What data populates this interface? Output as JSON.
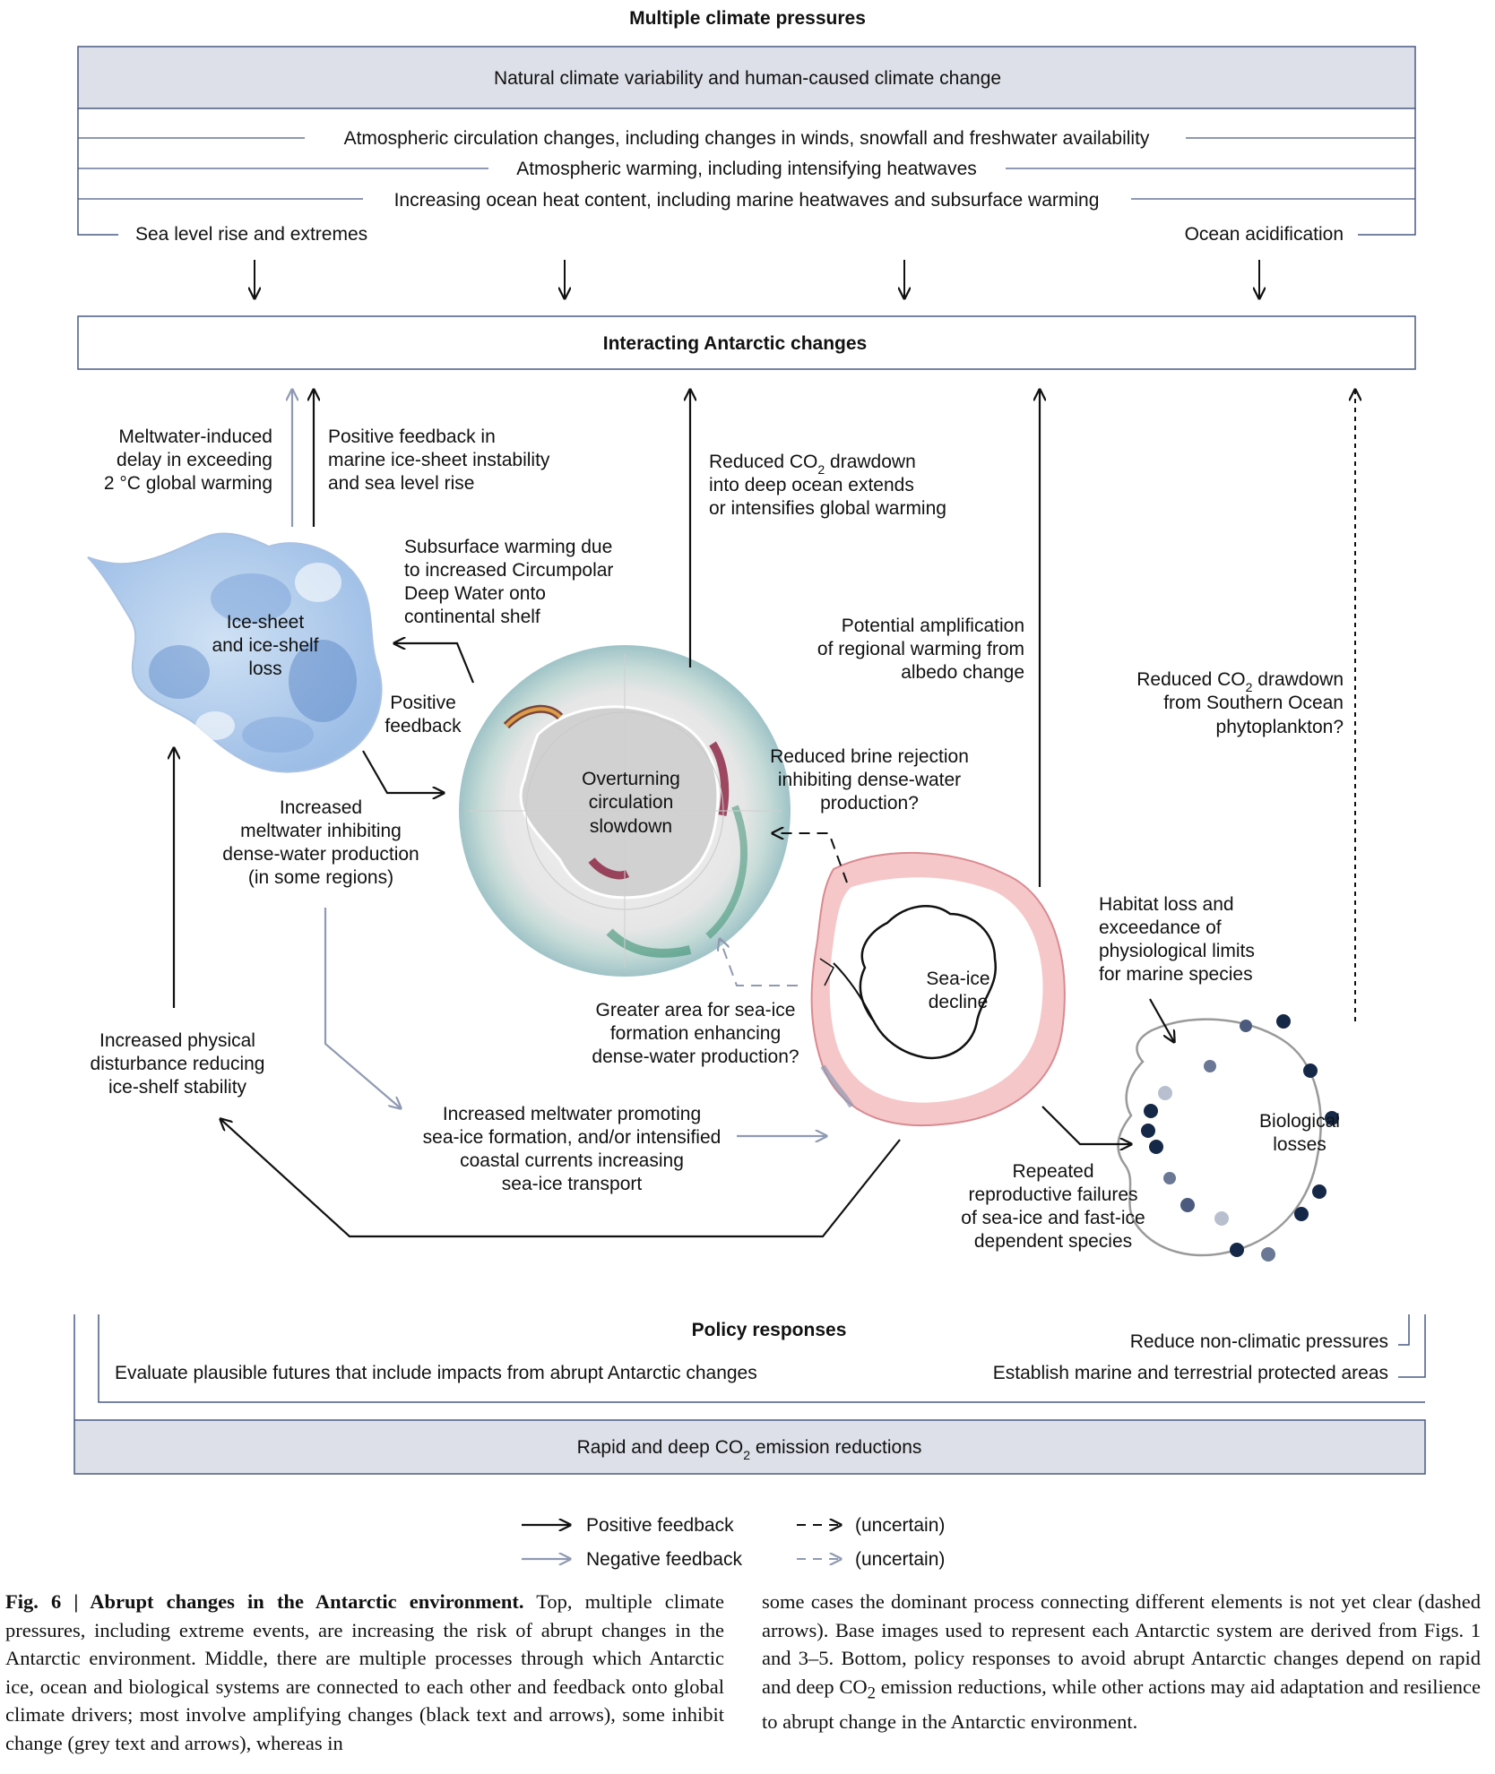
{
  "header": {
    "title": "Multiple climate pressures"
  },
  "pressures": {
    "top_box": "Natural climate variability and human-caused climate change",
    "line1": "Atmospheric circulation changes, including changes in winds, snowfall and freshwater availability",
    "line2": "Atmospheric warming, including intensifying heatwaves",
    "line3": "Increasing ocean heat content, including marine heatwaves and subsurface warming",
    "left": "Sea level rise and extremes",
    "right": "Ocean acidification"
  },
  "interacting": {
    "title": "Interacting Antarctic changes"
  },
  "nodes": {
    "ice": [
      "Ice-sheet",
      "and ice-shelf",
      "loss"
    ],
    "ocean": [
      "Overturning",
      "circulation",
      "slowdown"
    ],
    "seaice": [
      "Sea-ice",
      "decline"
    ],
    "bio": [
      "Biological",
      "losses"
    ]
  },
  "labels": {
    "meltwater_delay": [
      "Meltwater-induced",
      "delay in exceeding",
      "2 °C global warming"
    ],
    "positive_feedback_marine": [
      "Positive feedback in",
      "marine ice-sheet instability",
      "and sea level rise"
    ],
    "reduced_co2_deep": {
      "line1_a": "Reduced CO",
      "line1_sub": "2",
      "line1_b": " drawdown",
      "line2": "into deep ocean extends",
      "line3": "or intensifies global warming"
    },
    "subsurface_warming": [
      "Subsurface warming due",
      "to increased Circumpolar",
      "Deep Water onto",
      "continental shelf"
    ],
    "positive_feedback": [
      "Positive",
      "feedback"
    ],
    "albedo": [
      "Potential amplification",
      "of regional warming from",
      "albedo change"
    ],
    "reduced_co2_so": {
      "line1_a": "Reduced CO",
      "line1_sub": "2",
      "line1_b": " drawdown",
      "line2": "from Southern Ocean",
      "line3": "phytoplankton?"
    },
    "brine": [
      "Reduced brine rejection",
      "inhibiting dense-water",
      "production?"
    ],
    "meltwater_inhibit": [
      "Increased",
      "meltwater inhibiting",
      "dense-water production",
      "(in some regions)"
    ],
    "habitat": [
      "Habitat loss and",
      "exceedance of",
      "physiological limits",
      "for marine species"
    ],
    "greater_area": [
      "Greater area for sea-ice",
      "formation enhancing",
      "dense-water production?"
    ],
    "physical": [
      "Increased physical",
      "disturbance reducing",
      "ice-shelf stability"
    ],
    "meltwater_seaice": [
      "Increased meltwater promoting",
      "sea-ice formation, and/or intensified",
      "coastal currents increasing",
      "sea-ice transport"
    ],
    "repeated": [
      "Repeated",
      "reproductive failures",
      "of sea-ice and fast-ice",
      "dependent species"
    ]
  },
  "policy": {
    "title": "Policy responses",
    "evaluate": "Evaluate plausible futures that include impacts from abrupt Antarctic changes",
    "reduce": "Reduce non-climatic pressures",
    "establish": "Establish marine and terrestrial protected areas",
    "emission_a": "Rapid and deep CO",
    "emission_sub": "2",
    "emission_b": " emission reductions"
  },
  "legend": {
    "positive": "Positive feedback",
    "negative": "Negative feedback",
    "uncertain_dark": "(uncertain)",
    "uncertain_grey": "(uncertain)"
  },
  "caption": {
    "fig": "Fig. 6 | Abrupt changes in the Antarctic environment.",
    "left_body": " Top, multiple climate pressures, including extreme events, are increasing the risk of abrupt changes in the Antarctic environment. Middle, there are multiple processes through which Antarctic ice, ocean and biological systems are connected to each other and feedback onto global climate drivers; most involve amplifying changes (black text and arrows), some inhibit change (grey text and arrows), whereas in",
    "right_a": "some cases the dominant process connecting different elements is not yet clear (dashed arrows). Base images used to represent each Antarctic system are derived from Figs. 1 and 3–5. Bottom, policy responses to avoid abrupt Antarctic changes depend on rapid and deep CO",
    "right_sub": "2",
    "right_b": " emission reductions, while other actions may aid adaptation and resilience to abrupt change in the Antarctic environment."
  },
  "colors": {
    "box_fill": "#dde0e8",
    "box_stroke": "#4a5a84",
    "positive_arrow": "#111111",
    "negative_arrow": "#8f9ab2",
    "ice_blue": "#5b87c8",
    "ocean_green": "#2f8a6a",
    "seaice_red": "#e8a3a7",
    "bio_navy": "#152848"
  }
}
